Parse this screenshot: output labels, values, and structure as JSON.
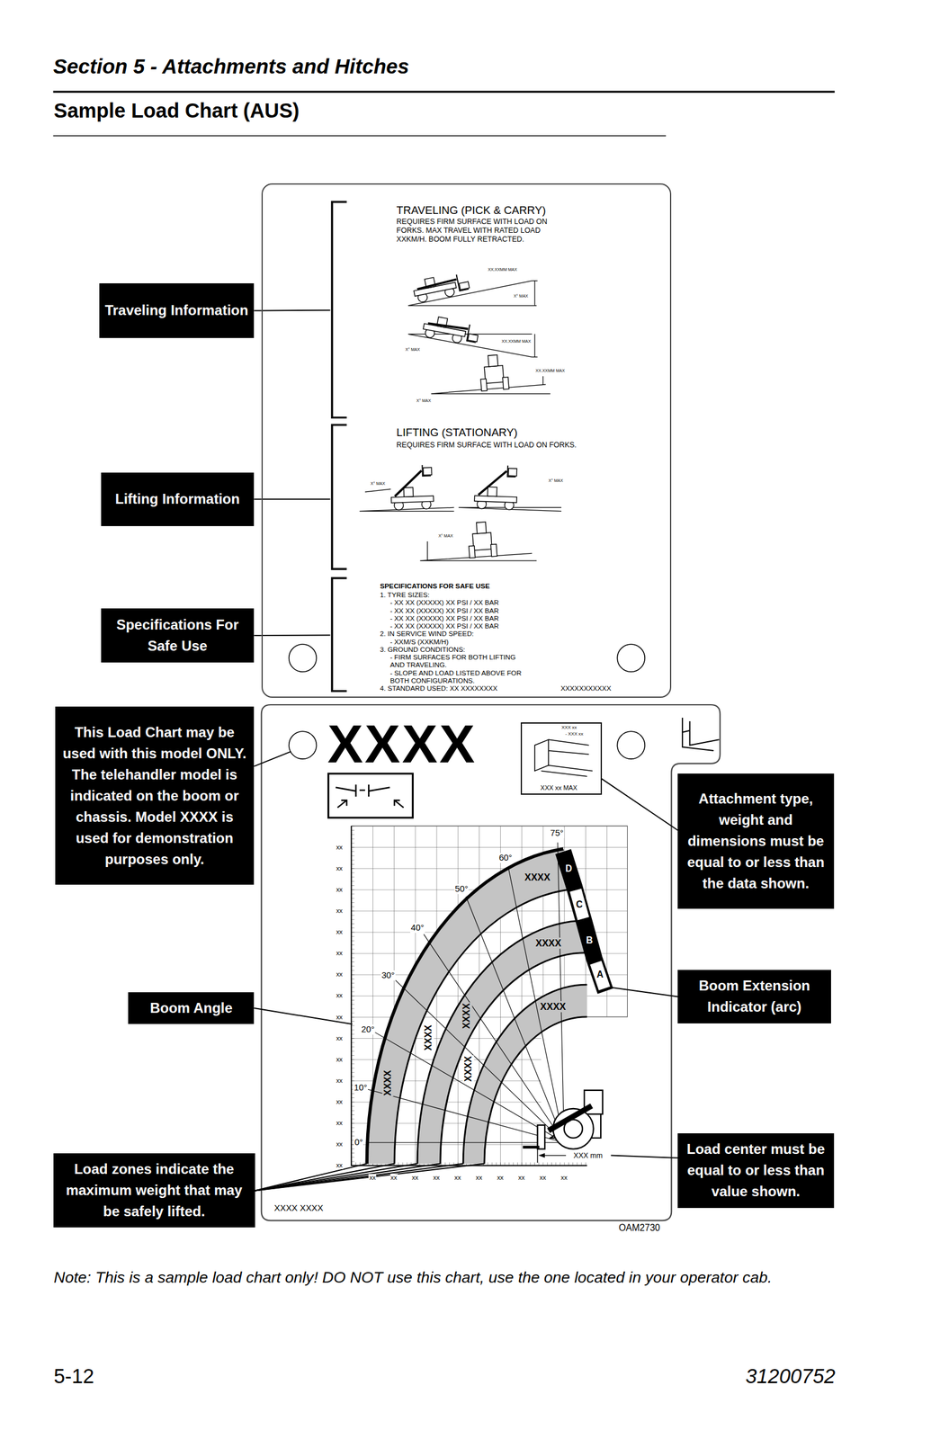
{
  "diagram": {
    "title": "Section 5 - Attachments and Hitches",
    "nodes": [
      {
        "text": [
          "TRAVELING (PICK & CARRY)",
          "REQUIRES FIRM SURFACE WITH LOAD ON FORKS. MAX TRAVEL WITH RATED LOAD XXKM/H. BOOM FULLY RETRACTED.",
          "LIFTING (STATIONARY)",
          "REQUIRES FIRM SURFACE WITH LOAD ON FORKS.",
          "SPECIFICATIONS FOR SAFE USE",
          "1. TYRE SIZES:",
          "- XX XX (XXXXX) XX PSI / XX BAR",
          "- XX XX (XXXXX) XX PSI / XX BAR",
          "- XX XX (XXXXX) XX PSI / XX BAR",
          "- XX XX (XXXXX) XX PSI / XX BAR",
          "2. IN SERVICE WIND SPEED:",
          "- XXM/S (XXKM/H)",
          "3. GROUND CONDITIONS:",
          "- FIRM SURFACES FOR BOTH LIFTING AND TRAVELING.",
          "- SLOPE AND LOAD LISTED ABOVE FOR BOTH CONFIGURATIONS.",
          "4. STANDARD USED: XX XXXXXXXX",
          "XXXXXXXXXXX"
        ]
      },
      {
        "text": [
          "XXXX",
          "XXXX XXXX"
        ]
      },
      {
        "text": [
          "XXX xx",
          "- XXX xx",
          "XXX xx MAX"
        ],
        "in": 1
      },
      {
        "text": [
          "Traveling Information"
        ]
      },
      {
        "text": [
          "Lifting Information"
        ]
      },
      {
        "text": [
          "Specifications For Safe Use"
        ]
      },
      {
        "text": [
          "This Load Chart may be used with this model ONLY. The telehandler model is indicated on the boom or chassis. Model XXXX is used for demonstration purposes only."
        ]
      },
      {
        "text": [
          "Attachment type, weight and dimensions must be equal to or less than the data shown."
        ]
      },
      {
        "text": [
          "Boom Extension Indicator (arc)"
        ]
      },
      {
        "text": [
          "Boom Angle"
        ]
      },
      {
        "text": [
          "Load center must be equal to or less than value shown."
        ]
      },
      {
        "text": [
          "Load zones indicate the maximum weight that may be safely lifted."
        ]
      }
    ],
    "edges": [
      {
        "from": 3,
        "to": 0,
        "arrow": "none"
      },
      {
        "from": 4,
        "to": 0,
        "arrow": "none"
      },
      {
        "from": 5,
        "to": 0,
        "arrow": "none"
      },
      {
        "from": 6,
        "to": 1,
        "arrow": "none"
      },
      {
        "from": 7,
        "to": 2,
        "arrow": "none"
      },
      {
        "from": 8,
        "to": 1,
        "arrow": "none"
      },
      {
        "from": 9,
        "to": 1,
        "arrow": "none"
      },
      {
        "from": 10,
        "to": 1,
        "arrow": "none"
      },
      {
        "from": 11,
        "to": 1,
        "arrow": "none"
      }
    ],
    "labels": [
      "Sample Load Chart (AUS)",
      "XX.XXMM MAX",
      "X° MAX",
      "X° MAX",
      "XX.XXMM MAX",
      "XX.XXMM MAX",
      "X° MAX",
      "X° MAX",
      "X° MAX",
      "X° MAX",
      "XXXX",
      "XXXX",
      "XXXX",
      "XXXX",
      "XXXX",
      "XXXX",
      "XXXX",
      "75°",
      "60°",
      "50°",
      "40°",
      "30°",
      "20°",
      "10°",
      "0°",
      "D",
      "C",
      "B",
      "A",
      "xx",
      "xx",
      "xx",
      "xx",
      "xx",
      "xx",
      "xx",
      "xx",
      "xx",
      "xx",
      "xx",
      "xx",
      "xx",
      "xx",
      "xx",
      "xx",
      "xx",
      "xx",
      "xx",
      "xx",
      "xx",
      "xx",
      "xx",
      "xx",
      "xx",
      "xx",
      "XXX mm",
      "OAM2730",
      "Note: This is a sample load chart only! DO NOT use this chart, use the one located in your operator cab.",
      "5-12",
      "31200752"
    ]
  }
}
